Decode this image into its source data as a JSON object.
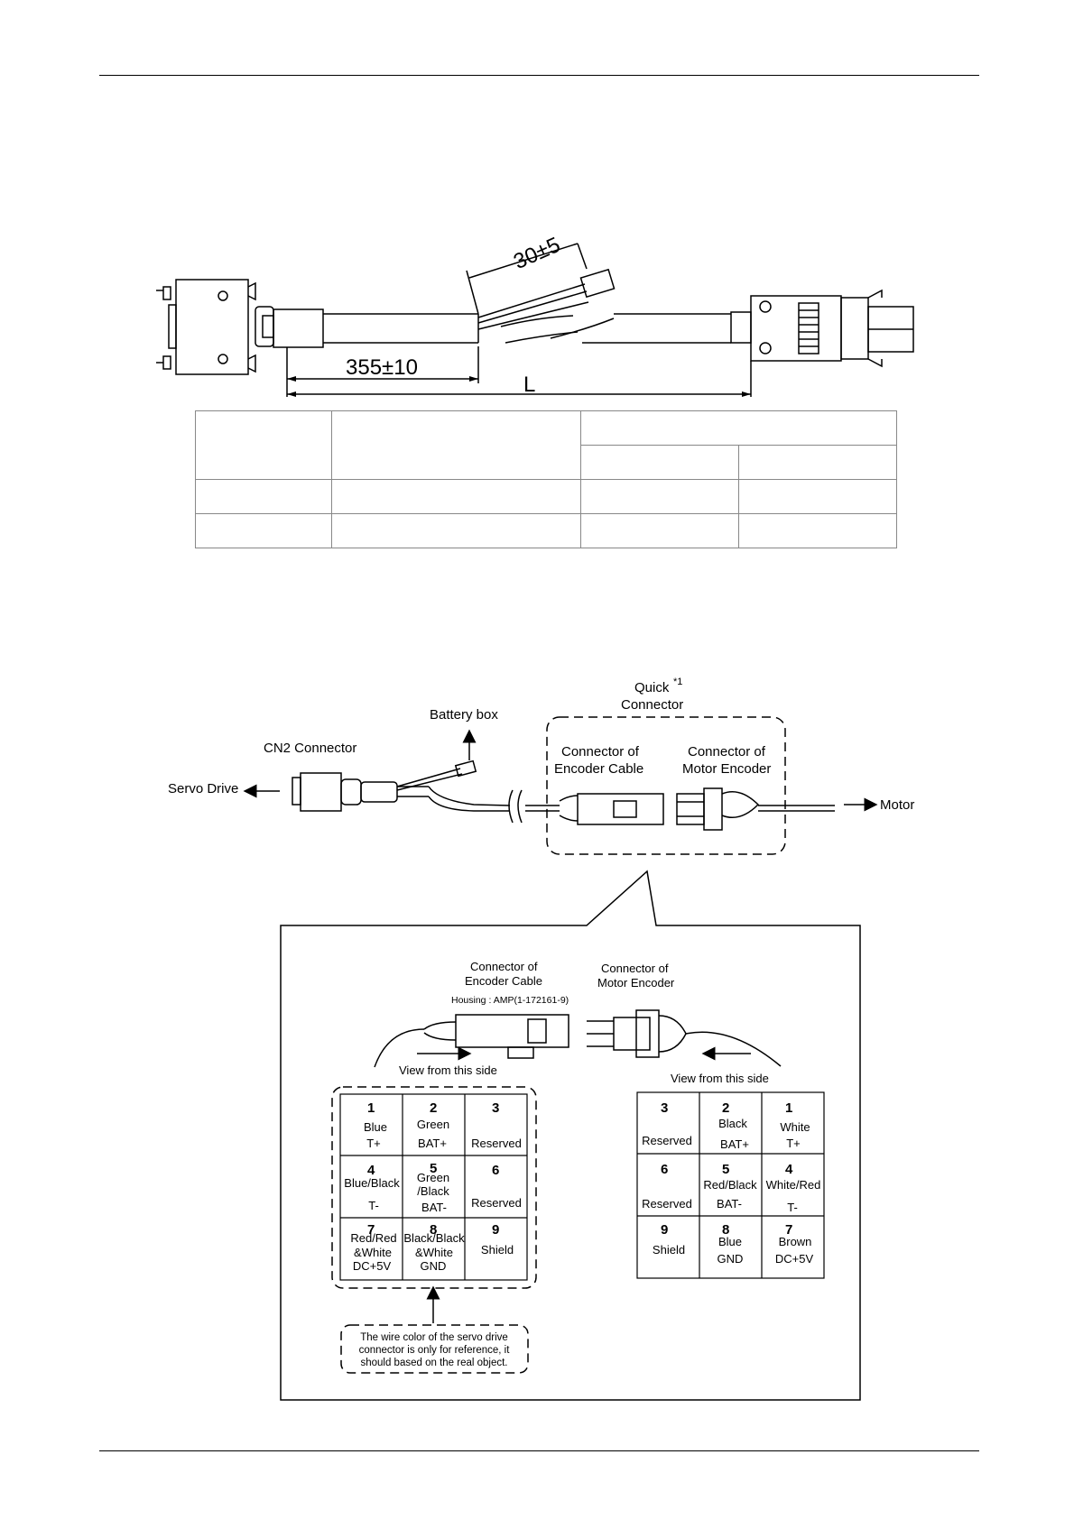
{
  "drawing": {
    "dim_battery_lead": "30±5",
    "dim_connector_segment": "355±10",
    "dim_length": "L"
  },
  "spec_table": {
    "rows": [
      [
        "",
        "",
        ""
      ],
      [
        "",
        ""
      ],
      [
        "",
        "",
        "",
        ""
      ],
      [
        "",
        "",
        "",
        ""
      ]
    ]
  },
  "wiring_overview": {
    "quick_connector_label": "Quick",
    "quick_connector_label_line2": "Connector",
    "quick_connector_note": "*1",
    "battery_box_label": "Battery box",
    "cn2_connector_label": "CN2 Connector",
    "servo_drive_label": "Servo Drive",
    "motor_label": "Motor",
    "encoder_cable_connector_label": [
      "Connector of",
      "Encoder Cable"
    ],
    "motor_encoder_connector_label": [
      "Connector of",
      "Motor Encoder"
    ]
  },
  "detail": {
    "encoder_cable_connector_label": [
      "Connector of",
      "Encoder Cable"
    ],
    "housing_label": "Housing : AMP(1-172161-9)",
    "motor_encoder_connector_label": [
      "Connector of",
      "Motor Encoder"
    ],
    "view_label_left": "View from this side",
    "view_label_right": "View from this side",
    "left_pins": [
      {
        "pin": "1",
        "lines": [
          "Blue",
          "T+"
        ]
      },
      {
        "pin": "2",
        "lines": [
          "Green",
          "BAT+"
        ]
      },
      {
        "pin": "3",
        "lines": [
          "",
          "Reserved"
        ]
      },
      {
        "pin": "4",
        "lines": [
          "Blue/Black",
          "T-"
        ]
      },
      {
        "pin": "5",
        "lines": [
          "Green",
          "/Black",
          "BAT-"
        ]
      },
      {
        "pin": "6",
        "lines": [
          "",
          "Reserved"
        ]
      },
      {
        "pin": "7",
        "lines": [
          "Red/Red",
          "&White",
          "DC+5V"
        ]
      },
      {
        "pin": "8",
        "lines": [
          "Black/Black",
          "&White",
          "GND"
        ]
      },
      {
        "pin": "9",
        "lines": [
          "Shield"
        ]
      }
    ],
    "right_pins": [
      {
        "pin": "3",
        "lines": [
          "Reserved"
        ]
      },
      {
        "pin": "2",
        "lines": [
          "Black",
          "BAT+"
        ]
      },
      {
        "pin": "1",
        "lines": [
          "White",
          "T+"
        ]
      },
      {
        "pin": "6",
        "lines": [
          "Reserved"
        ]
      },
      {
        "pin": "5",
        "lines": [
          "Red/Black",
          "BAT-"
        ]
      },
      {
        "pin": "4",
        "lines": [
          "White/Red",
          "T-"
        ]
      },
      {
        "pin": "9",
        "lines": [
          "Shield"
        ]
      },
      {
        "pin": "8",
        "lines": [
          "Blue",
          "GND"
        ]
      },
      {
        "pin": "7",
        "lines": [
          "Brown",
          "DC+5V"
        ]
      }
    ],
    "note_lines": [
      "The wire color of the servo drive",
      "connector is only for reference, it",
      "should based on the real object."
    ]
  }
}
